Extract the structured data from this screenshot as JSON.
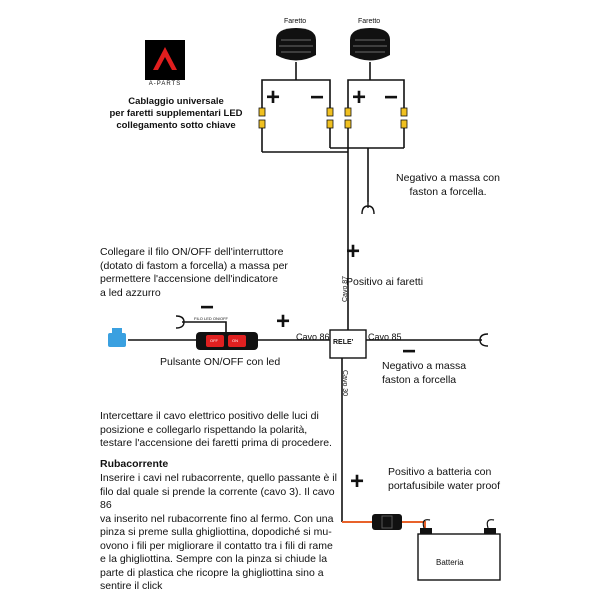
{
  "brand": {
    "logo_text": "A-PARTS"
  },
  "header": {
    "title_lines": [
      "Cablaggio universale",
      "per faretti supplementari LED",
      "collegamento sotto chiave"
    ]
  },
  "labels": {
    "faretto_left": "Faretto",
    "faretto_right": "Faretto",
    "plus_left": "+",
    "minus_left": "−",
    "plus_right": "+",
    "minus_right": "−",
    "negative_ground_lines": [
      "Negativo a massa con",
      "faston a forcella."
    ],
    "positive_plus": "+",
    "positive_lights": "Positivo ai faretti",
    "cavo87": "Cavo 87",
    "cavo86": "Cavo 86",
    "cavo85": "Cavo 85",
    "cavo30": "Cavo 30",
    "rele": "RELE'",
    "switch_minus": "−",
    "switch_plus": "+",
    "relay_minus": "−",
    "filo_label": "FILO LED ON/OFF",
    "switch_btn_left": "OFF",
    "switch_btn_right": "ON",
    "switch_caption": "Pulsante ON/OFF con led",
    "ground_right_lines": [
      "Negativo a massa",
      "faston a forcella"
    ],
    "battery_plus": "+",
    "battery_positive_lines": [
      "Positivo a batteria con",
      "portafusibile water proof"
    ],
    "battery": "Batteria"
  },
  "paragraphs": {
    "collegare_lines": [
      "Collegare il filo ON/OFF dell'interruttore",
      "(dotato di fastom a forcella) a massa per",
      "permettere l'accensione dell'indicatore",
      "a led azzurro"
    ],
    "intercettare_lines": [
      "Intercettare il cavo elettrico positivo delle luci di",
      "posizione e collegarlo rispettando  la polarità,",
      "testare l'accensione dei faretti prima di procedere."
    ],
    "rubacorrente_title": "Rubacorrente",
    "rubacorrente_lines": [
      "Inserire i cavi nel rubacorrente, quello passante è il",
      "filo dal quale si prende la corrente (cavo 3). Il cavo 86",
      "va inserito nel rubacorrente fino al fermo. Con una",
      "pinza si preme sulla ghigliottina, dopodiché si mu-",
      "ovono i fili per migliorare il contatto tra i fili di rame",
      "e la ghigliottina. Sempre con la pinza si chiude la",
      "parte di plastica che ricopre la ghigliottina sino a",
      "sentire il click"
    ]
  },
  "colors": {
    "wire": "#111111",
    "orange_wire": "#e8622a",
    "switch_body": "#111111",
    "switch_red": "#e02020",
    "fuse_blue": "#3aa0e0",
    "logo_red": "#e01e1e",
    "led_yellow": "#f0c020"
  }
}
